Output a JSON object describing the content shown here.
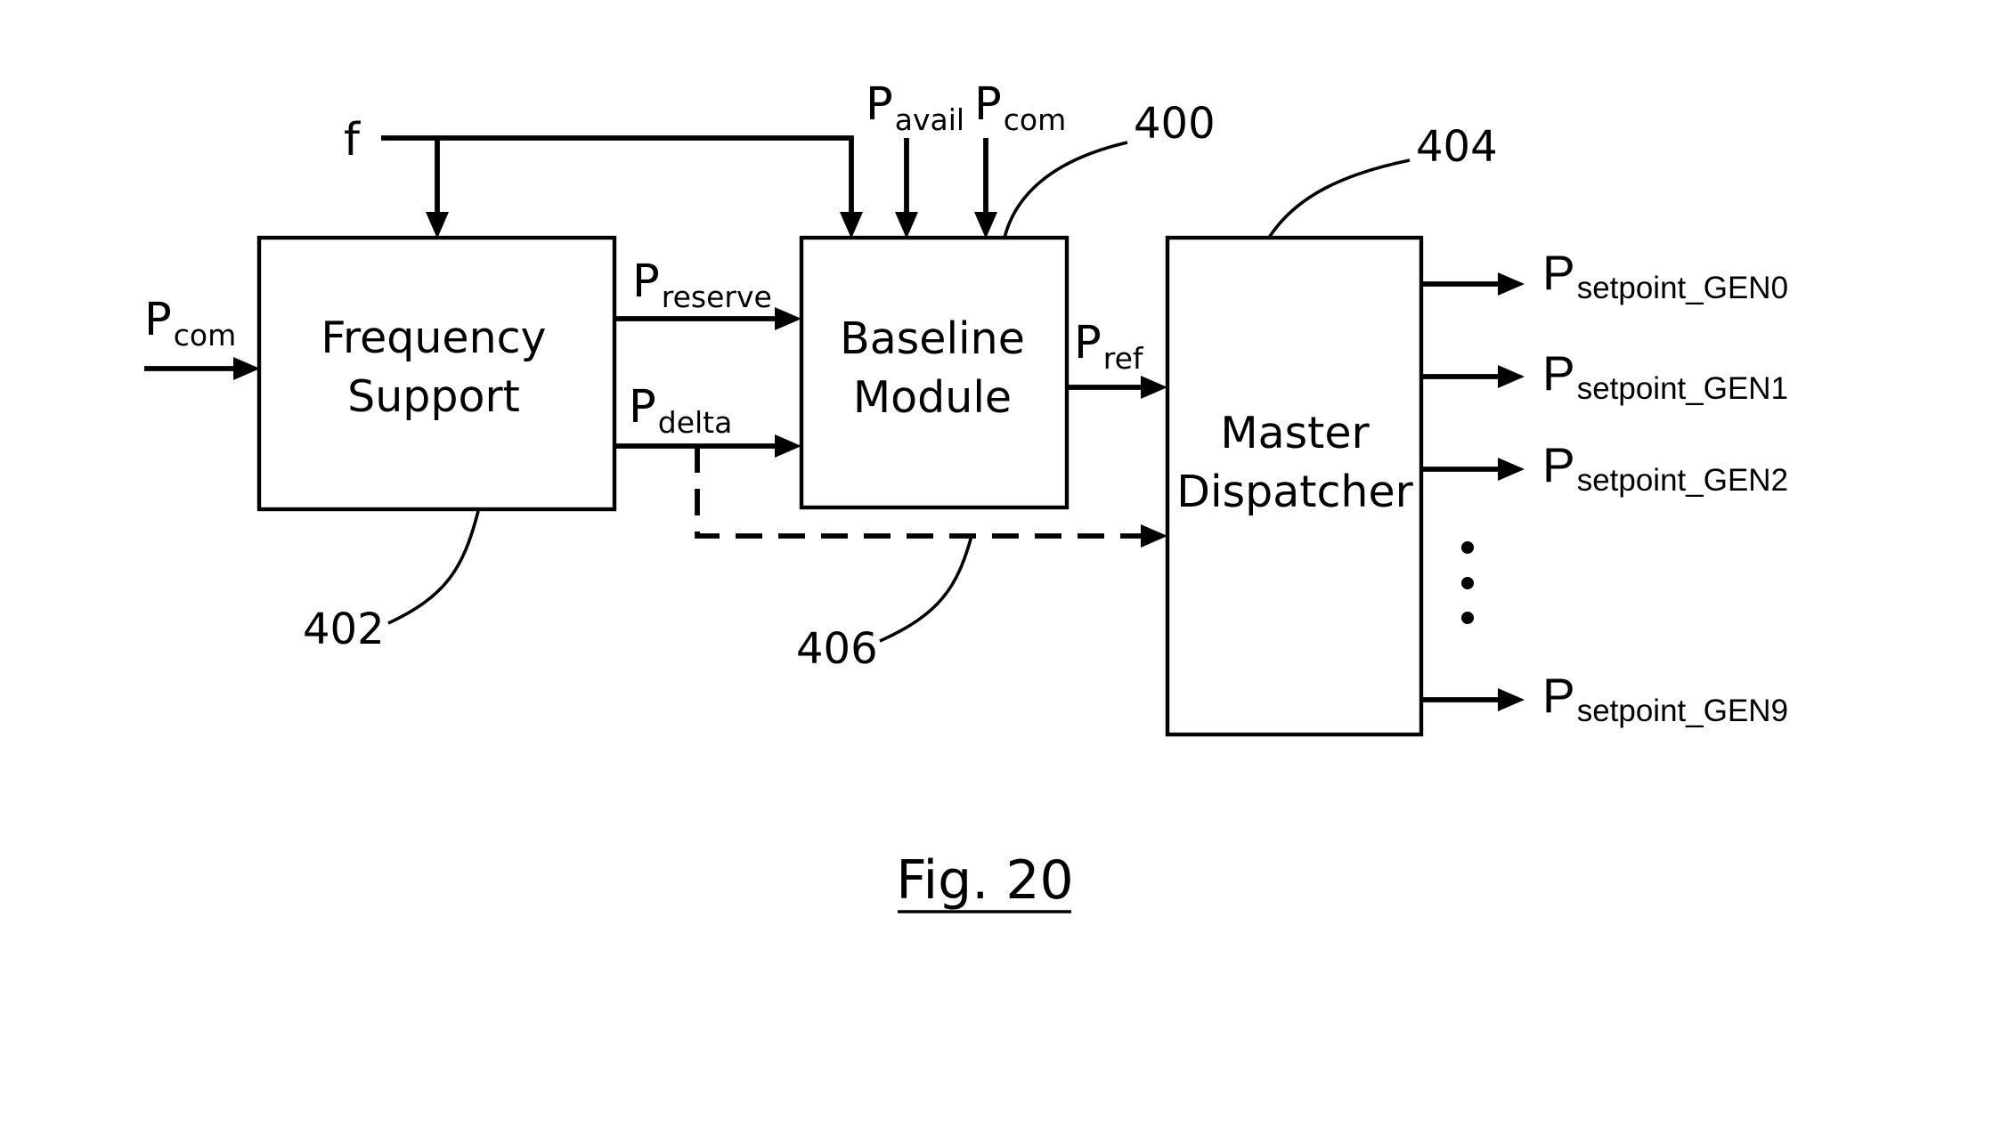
{
  "blocks": {
    "frequency_support": [
      "Frequency",
      "Support"
    ],
    "baseline_module": [
      "Baseline",
      "Module"
    ],
    "master_dispatcher": [
      "Master",
      "Dispatcher"
    ]
  },
  "signals": {
    "f": "f",
    "p_com_in": {
      "base": "P",
      "sub": "com"
    },
    "p_avail": {
      "base": "P",
      "sub": "avail"
    },
    "p_com_top": {
      "base": "P",
      "sub": "com"
    },
    "p_reserve": {
      "base": "P",
      "sub": "reserve"
    },
    "p_delta": {
      "base": "P",
      "sub": "delta"
    },
    "p_ref": {
      "base": "P",
      "sub": "ref"
    }
  },
  "outputs": [
    {
      "base": "P",
      "sub": "setpoint_GEN0"
    },
    {
      "base": "P",
      "sub": "setpoint_GEN1"
    },
    {
      "base": "P",
      "sub": "setpoint_GEN2"
    },
    {
      "base": "P",
      "sub": "setpoint_GEN9"
    }
  ],
  "reference_numerals": {
    "baseline": "400",
    "frequency_support": "402",
    "master_dispatcher": "404",
    "dashed_path": "406"
  },
  "caption": "Fig. 20"
}
